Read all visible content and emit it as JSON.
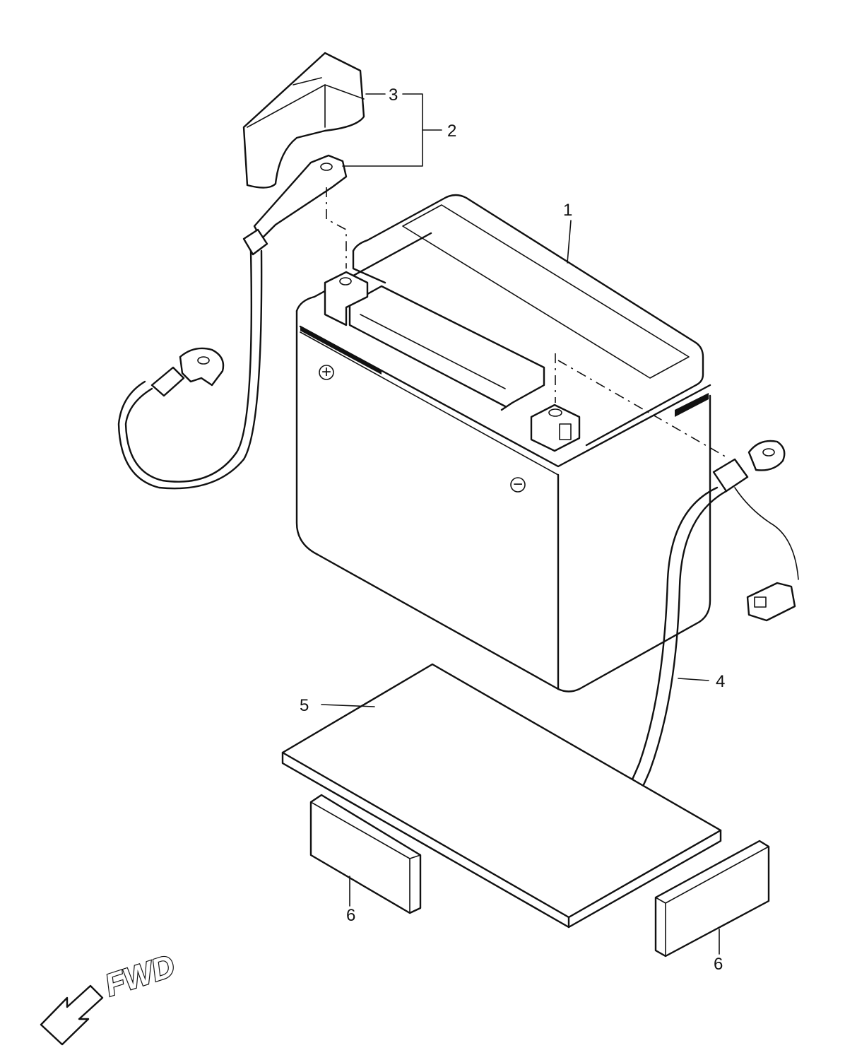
{
  "diagram": {
    "callouts": [
      {
        "id": "callout-1",
        "text": "1"
      },
      {
        "id": "callout-2",
        "text": "2"
      },
      {
        "id": "callout-3",
        "text": "3"
      },
      {
        "id": "callout-4",
        "text": "4"
      },
      {
        "id": "callout-5",
        "text": "5"
      },
      {
        "id": "callout-6a",
        "text": "6"
      },
      {
        "id": "callout-6b",
        "text": "6"
      }
    ],
    "direction_label": "FWD",
    "terminal_symbols": {
      "positive": "+",
      "negative": "−"
    }
  }
}
